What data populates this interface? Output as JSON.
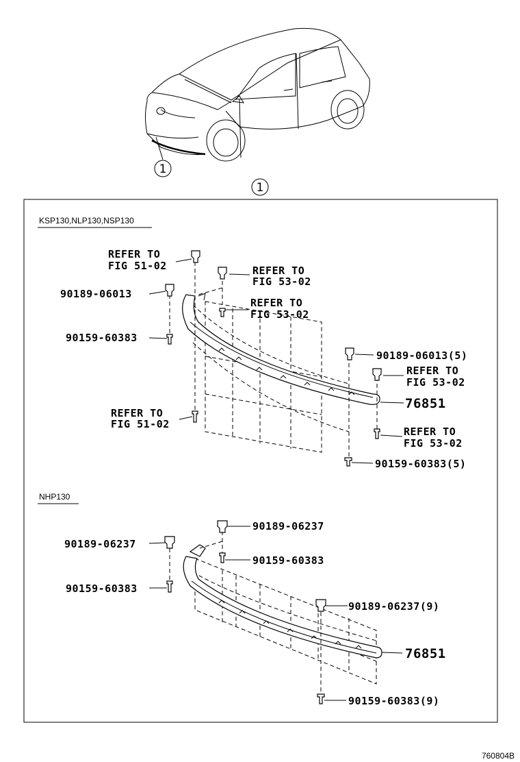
{
  "diagram": {
    "callout_number": "1",
    "figure_id": "760804B",
    "sections": [
      {
        "id": "upper",
        "model_label": "KSP130,NLP130,NSP130",
        "labels": {
          "refer_fig51_top": [
            "REFER TO",
            "FIG 51-02"
          ],
          "refer_fig53_a": [
            "REFER TO",
            "FIG 53-02"
          ],
          "refer_fig53_b": [
            "REFER TO",
            "FIG 53-02"
          ],
          "clip_left": "90189-06013",
          "screw_left": "90159-60383",
          "clip_right": "90189-06013(5)",
          "refer_fig53_c": [
            "REFER TO",
            "FIG 53-02"
          ],
          "part_main": "76851",
          "refer_fig51_bottom": [
            "REFER TO",
            "FIG 51-02"
          ],
          "refer_fig53_d": [
            "REFER TO",
            "FIG 53-02"
          ],
          "screw_right": "90159-60383(5)"
        }
      },
      {
        "id": "lower",
        "model_label": "NHP130",
        "labels": {
          "clip_top": "90189-06237",
          "clip_left": "90189-06237",
          "screw_top": "90159-60383",
          "screw_left": "90159-60383",
          "clip_right": "90189-06237(9)",
          "part_main": "76851",
          "screw_right": "90159-60383(9)"
        }
      }
    ]
  }
}
